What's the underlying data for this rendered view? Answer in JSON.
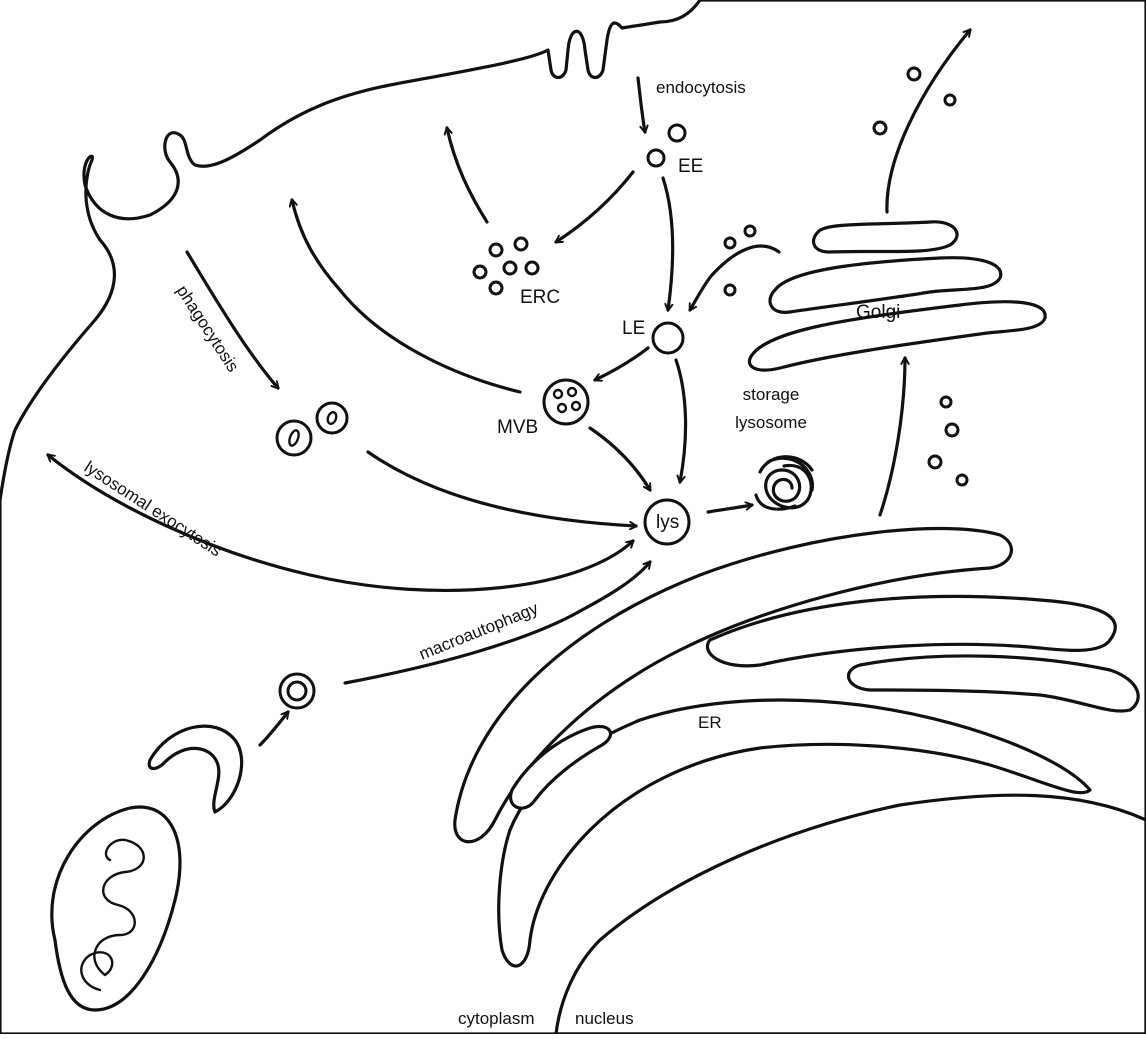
{
  "colors": {
    "cytoplasm": "#fbf6d6",
    "outline": "#111111",
    "background": "#ffffff"
  },
  "labels": {
    "endocytosis": "endocytosis",
    "ee": "EE",
    "erc": "ERC",
    "le": "LE",
    "mvb": "MVB",
    "lys": "lys",
    "storage_line1": "storage",
    "storage_line2": "lysosome",
    "golgi": "Golgi",
    "er": "ER",
    "phagocytosis": "phagocytosis",
    "lysosomal_exocytosis": "lysosomal exocytosis",
    "macroautophagy": "macroautophagy",
    "cytoplasm": "cytoplasm",
    "nucleus": "nucleus"
  }
}
